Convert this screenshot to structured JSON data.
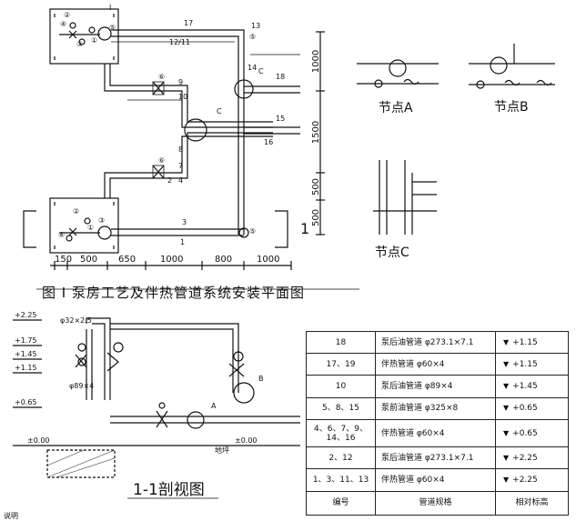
{
  "figure1": {
    "title": "图   Ⅰ  泵房工艺及伴热管道系统安装平面图",
    "section_mark": "1",
    "dims_horizontal": [
      "150",
      "500",
      "650",
      "1000",
      "800",
      "1000"
    ],
    "dims_vertical": [
      "1000",
      "1500",
      "500",
      "500"
    ],
    "pipe_labels": [
      "17",
      "12/11",
      "13",
      "9",
      "10",
      "14",
      "18",
      "15",
      "16",
      "7",
      "8",
      "2",
      "4",
      "3",
      "1"
    ],
    "circle_labels": [
      "C",
      "C",
      "I"
    ],
    "circled_numbers": [
      "②",
      "④",
      "⑤",
      "①",
      "③",
      "⑤",
      "⑥",
      "②",
      "⑤",
      "①",
      "④",
      "③",
      "⑥"
    ]
  },
  "nodes": {
    "a_label": "节点A",
    "b_label": "节点B",
    "c_label": "节点C"
  },
  "section": {
    "title": "1-1剖视图",
    "elevations": [
      "+2.25",
      "+1.75",
      "+1.45",
      "+1.15",
      "+0.65",
      "±0.00",
      "±0.00"
    ],
    "pipe_notes": [
      "φ32×2.5",
      "φ89×4"
    ],
    "markers": [
      "A",
      "B",
      "地坪"
    ]
  },
  "table": {
    "headers": [
      "编号",
      "管道规格",
      "相对标高"
    ],
    "rows": [
      {
        "id": "18",
        "spec": "泵后油管道 φ273.1×7.1",
        "elev": "+1.15"
      },
      {
        "id": "17、19",
        "spec": "伴热管道 φ60×4",
        "elev": "+1.15"
      },
      {
        "id": "10",
        "spec": "泵后油管道 φ89×4",
        "elev": "+1.45"
      },
      {
        "id": "5、8、15",
        "spec": "泵前油管道 φ325×8",
        "elev": "+0.65"
      },
      {
        "id": "4、6、7、9、14、16",
        "spec": "伴热管道 φ60×4",
        "elev": "+0.65"
      },
      {
        "id": "2、12",
        "spec": "泵后油管道 φ273.1×7.1",
        "elev": "+2.25"
      },
      {
        "id": "1、3、11、13",
        "spec": "伴热管道 φ60×4",
        "elev": "+2.25"
      }
    ],
    "triangle_glyph": "▼"
  },
  "footer": {
    "note": "说明"
  }
}
